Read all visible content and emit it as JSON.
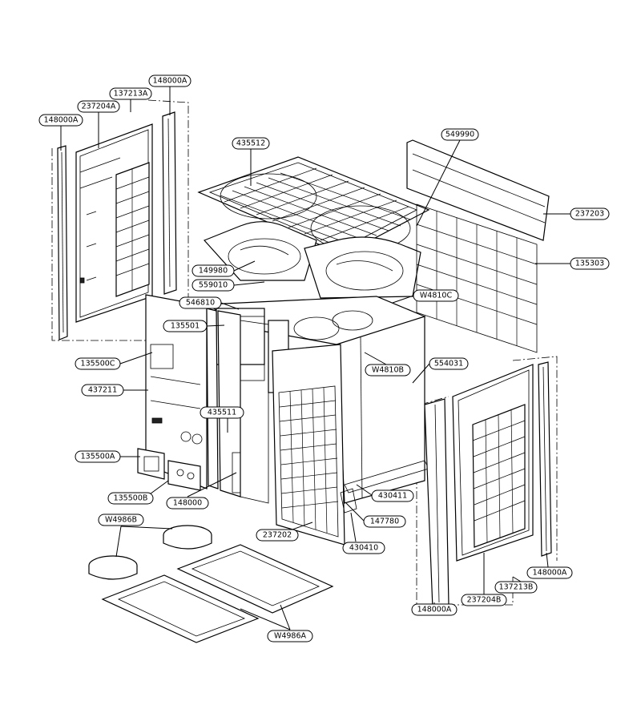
{
  "diagram": {
    "labels": [
      {
        "id": "l1",
        "text": "148000A"
      },
      {
        "id": "l2",
        "text": "137213A"
      },
      {
        "id": "l3",
        "text": "237204A"
      },
      {
        "id": "l4",
        "text": "148000A"
      },
      {
        "id": "l5",
        "text": "435512"
      },
      {
        "id": "l6",
        "text": "549990"
      },
      {
        "id": "l7",
        "text": "237203"
      },
      {
        "id": "l8",
        "text": "135303"
      },
      {
        "id": "l9",
        "text": "149980"
      },
      {
        "id": "l10",
        "text": "559010"
      },
      {
        "id": "l11",
        "text": "546810"
      },
      {
        "id": "l12",
        "text": "W4810C"
      },
      {
        "id": "l13",
        "text": "135501"
      },
      {
        "id": "l14",
        "text": "135500C"
      },
      {
        "id": "l15",
        "text": "W4810B"
      },
      {
        "id": "l16",
        "text": "554031"
      },
      {
        "id": "l17",
        "text": "437211"
      },
      {
        "id": "l18",
        "text": "435511"
      },
      {
        "id": "l19",
        "text": "135500A"
      },
      {
        "id": "l20",
        "text": "135500B"
      },
      {
        "id": "l21",
        "text": "148000"
      },
      {
        "id": "l22",
        "text": "430411"
      },
      {
        "id": "l23",
        "text": "147780"
      },
      {
        "id": "l24",
        "text": "W4986B"
      },
      {
        "id": "l25",
        "text": "237202"
      },
      {
        "id": "l26",
        "text": "430410"
      },
      {
        "id": "l27",
        "text": "148000A"
      },
      {
        "id": "l28",
        "text": "137213B"
      },
      {
        "id": "l29",
        "text": "237204B"
      },
      {
        "id": "l30",
        "text": "148000A"
      },
      {
        "id": "l31",
        "text": "W4986A"
      }
    ]
  }
}
